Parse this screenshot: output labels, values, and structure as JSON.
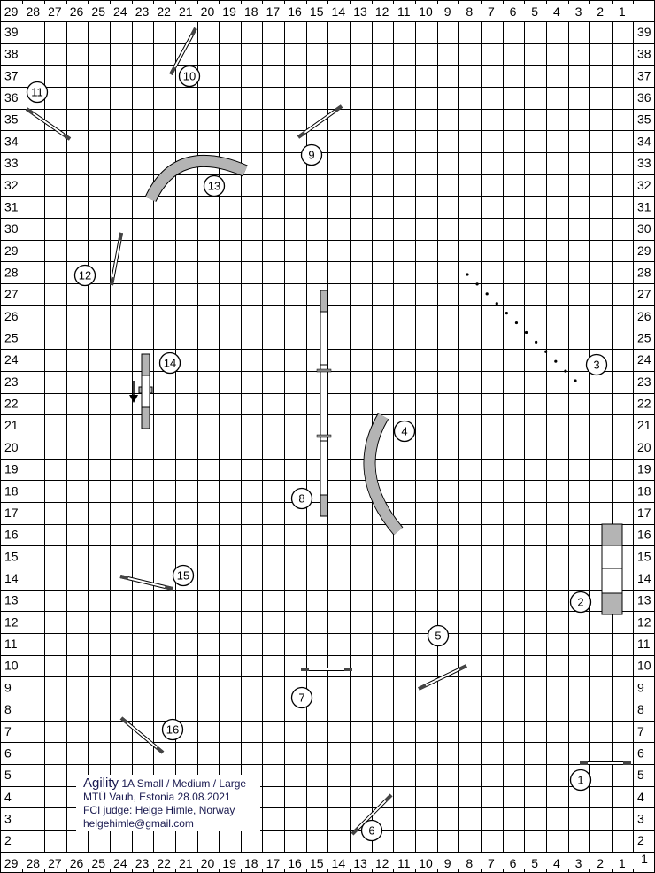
{
  "columns": [
    "29",
    "28",
    "27",
    "26",
    "25",
    "24",
    "23",
    "22",
    "21",
    "20",
    "19",
    "18",
    "17",
    "16",
    "15",
    "14",
    "13",
    "12",
    "11",
    "10",
    "9",
    "8",
    "7",
    "6",
    "5",
    "4",
    "3",
    "2",
    "1"
  ],
  "rows": [
    "39",
    "38",
    "37",
    "36",
    "35",
    "34",
    "33",
    "32",
    "31",
    "30",
    "29",
    "28",
    "27",
    "26",
    "25",
    "24",
    "23",
    "22",
    "21",
    "20",
    "19",
    "18",
    "17",
    "16",
    "15",
    "14",
    "13",
    "12",
    "11",
    "10",
    "9",
    "8",
    "7",
    "6",
    "5",
    "4",
    "3",
    "2"
  ],
  "corner_label": "1",
  "obstacles": {
    "n1": "1",
    "n2": "2",
    "n3": "3",
    "n4": "4",
    "n5": "5",
    "n6": "6",
    "n7": "7",
    "n8": "8",
    "n9": "9",
    "n10": "10",
    "n11": "11",
    "n12": "12",
    "n13": "13",
    "n14": "14",
    "n15": "15",
    "n16": "16"
  },
  "info": {
    "title": "Agility",
    "class": "1A Small / Medium / Large",
    "club": "MTÜ Vauh, Estonia 28.08.2021",
    "judge": "FCI judge: Helge Himle, Norway",
    "email": "helgehimle@gmail.com"
  },
  "colors": {
    "tunnel": "#b4b4b4",
    "text": "#1a1a50"
  }
}
